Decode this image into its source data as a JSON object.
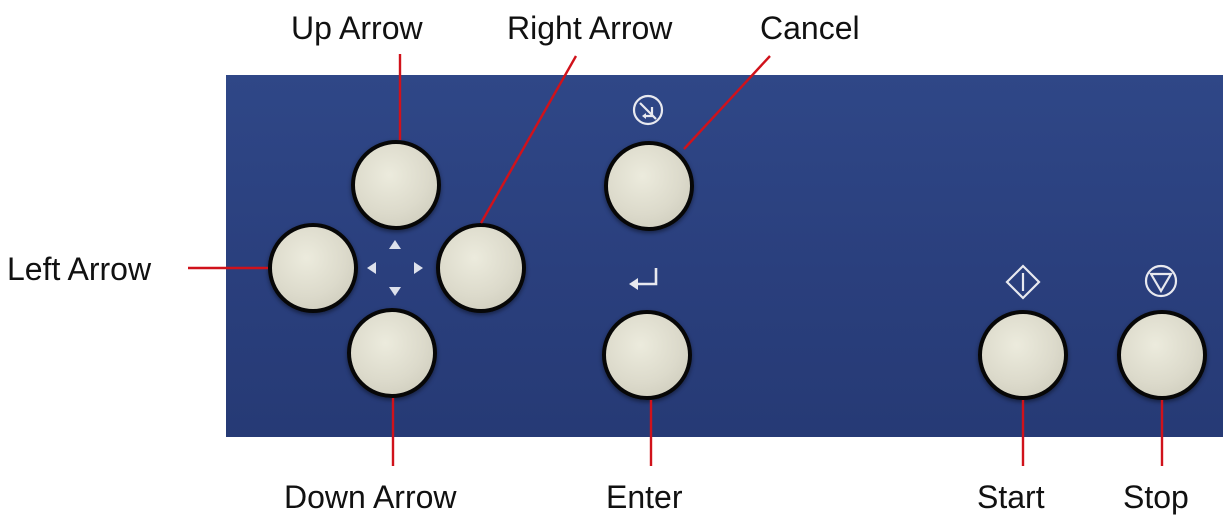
{
  "labels": {
    "up_arrow": "Up Arrow",
    "right_arrow": "Right Arrow",
    "cancel": "Cancel",
    "left_arrow": "Left Arrow",
    "down_arrow": "Down Arrow",
    "enter": "Enter",
    "start": "Start",
    "stop": "Stop"
  },
  "icons": {
    "cancel": "cancel-symbol-icon",
    "enter": "enter-return-icon",
    "start": "start-diamond-icon",
    "stop": "stop-triangle-icon",
    "navigation": "four-direction-arrows-icon"
  },
  "colors": {
    "panel": "#2c4383",
    "button_face": "#dcdacb",
    "button_rim": "#070707",
    "leader_line": "#d0121b",
    "symbol": "#e8e9ef",
    "label_text": "#111111"
  }
}
